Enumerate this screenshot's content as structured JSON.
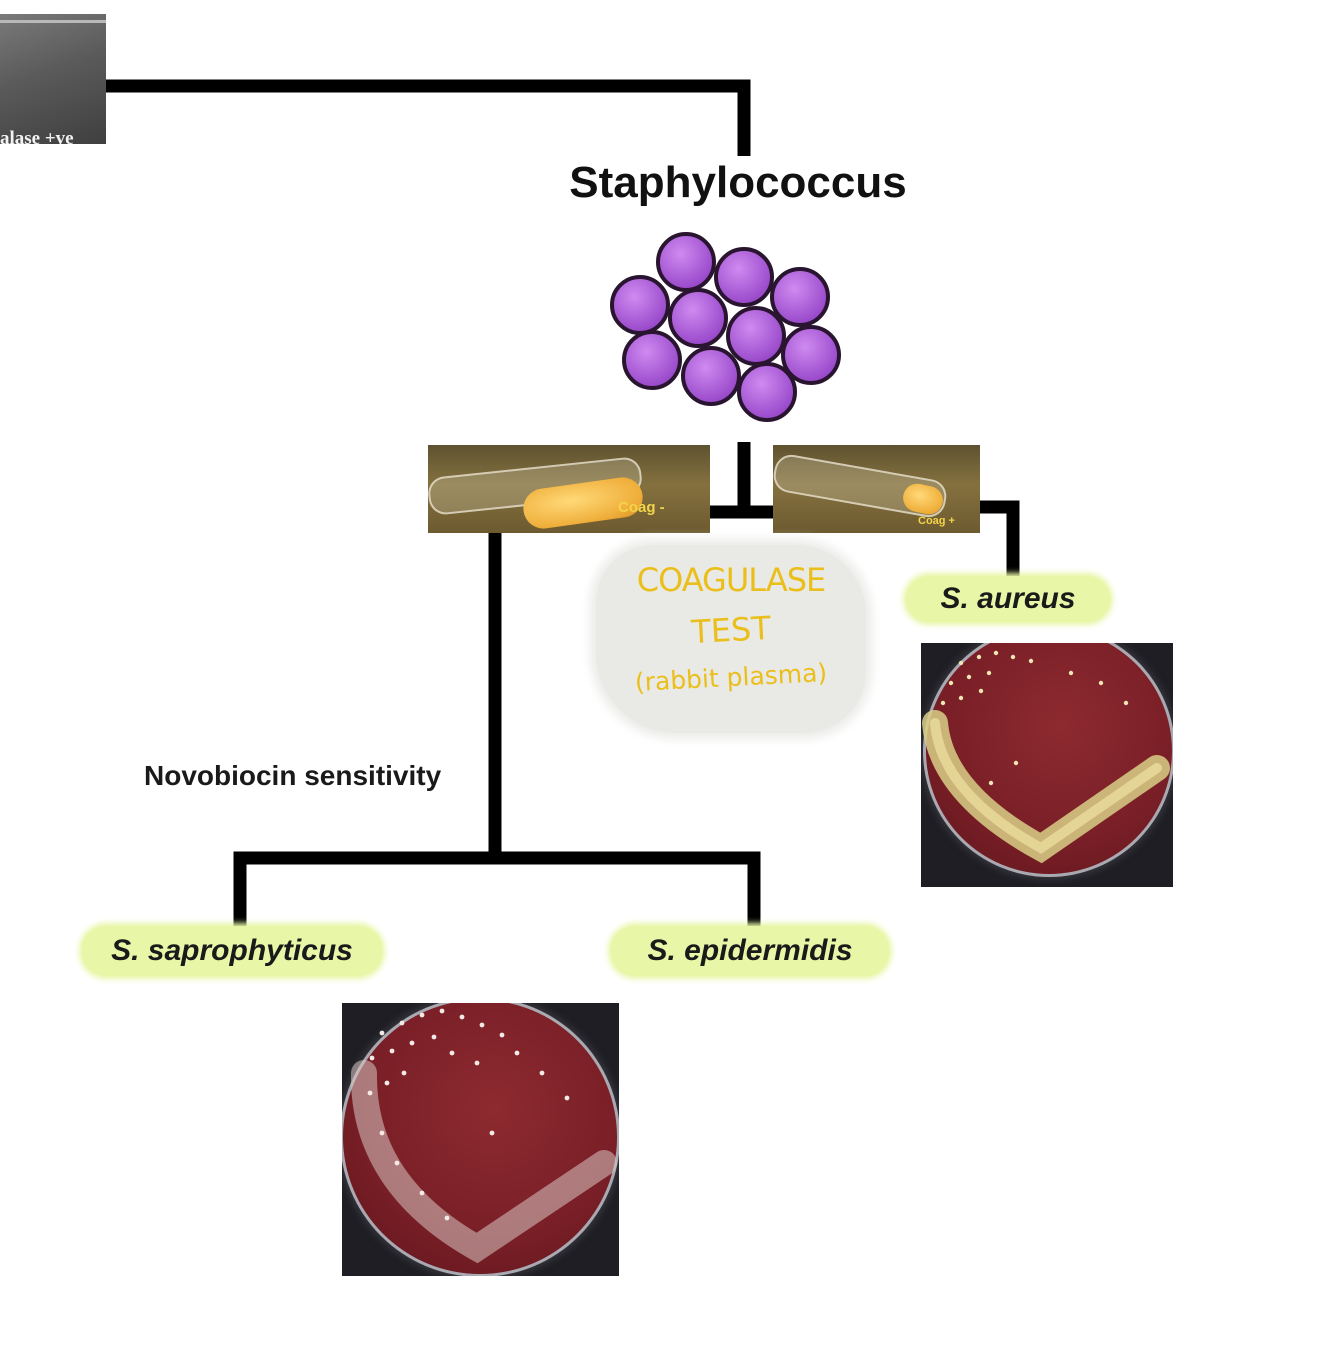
{
  "catalase_photo": {
    "label": "alase +ve"
  },
  "genus": {
    "title": "Staphylococcus"
  },
  "coccus_cluster": {
    "icon": "staphylococcus-cluster-icon",
    "fill": "#a45ad6",
    "stroke": "#2a1530"
  },
  "coag_negative_photo": {
    "label": "Coag -"
  },
  "coag_positive_photo": {
    "label": "Coag +"
  },
  "coagulase_note": {
    "line1": "COAGULASE",
    "line2": "TEST",
    "line3": "(rabbit plasma)"
  },
  "novobiocin": {
    "label": "Novobiocin sensitivity"
  },
  "species": {
    "aureus": "S. aureus",
    "saprophyticus": "S. saprophyticus",
    "epidermidis": "S. epidermidis"
  },
  "colors": {
    "highlight": "#e8f6a7",
    "note_text": "#ebbf1b",
    "plate_agar": "#7a1f27"
  }
}
